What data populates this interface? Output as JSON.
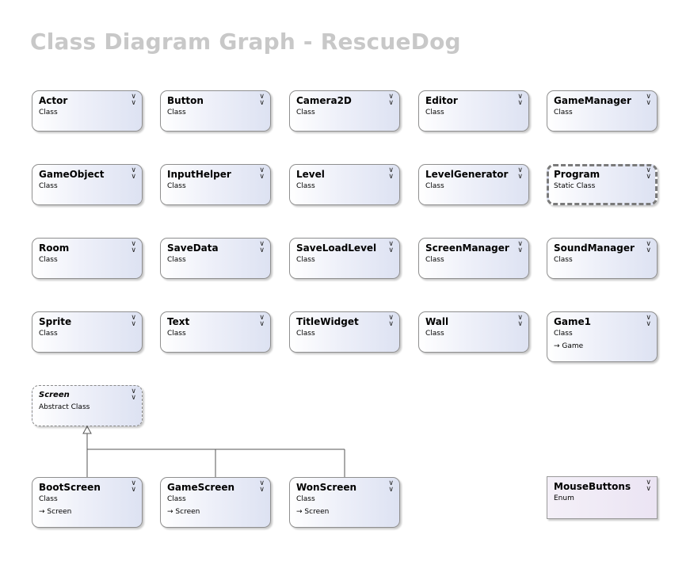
{
  "title": "Class Diagram Graph - RescueDog",
  "chevron_glyph": "∨∨",
  "inherit_arrow": "→",
  "classes": [
    {
      "name": "Actor",
      "kind": "Class",
      "base": ""
    },
    {
      "name": "Button",
      "kind": "Class",
      "base": ""
    },
    {
      "name": "Camera2D",
      "kind": "Class",
      "base": ""
    },
    {
      "name": "Editor",
      "kind": "Class",
      "base": ""
    },
    {
      "name": "GameManager",
      "kind": "Class",
      "base": ""
    },
    {
      "name": "GameObject",
      "kind": "Class",
      "base": ""
    },
    {
      "name": "InputHelper",
      "kind": "Class",
      "base": ""
    },
    {
      "name": "Level",
      "kind": "Class",
      "base": ""
    },
    {
      "name": "LevelGenerator",
      "kind": "Class",
      "base": ""
    },
    {
      "name": "Program",
      "kind": "Static Class",
      "base": ""
    },
    {
      "name": "Room",
      "kind": "Class",
      "base": ""
    },
    {
      "name": "SaveData",
      "kind": "Class",
      "base": ""
    },
    {
      "name": "SaveLoadLevel",
      "kind": "Class",
      "base": ""
    },
    {
      "name": "ScreenManager",
      "kind": "Class",
      "base": ""
    },
    {
      "name": "SoundManager",
      "kind": "Class",
      "base": ""
    },
    {
      "name": "Sprite",
      "kind": "Class",
      "base": ""
    },
    {
      "name": "Text",
      "kind": "Class",
      "base": ""
    },
    {
      "name": "TitleWidget",
      "kind": "Class",
      "base": ""
    },
    {
      "name": "Wall",
      "kind": "Class",
      "base": ""
    },
    {
      "name": "Game1",
      "kind": "Class",
      "base": "Game"
    },
    {
      "name": "Screen",
      "kind": "Abstract Class",
      "base": ""
    },
    {
      "name": "BootScreen",
      "kind": "Class",
      "base": "Screen"
    },
    {
      "name": "GameScreen",
      "kind": "Class",
      "base": "Screen"
    },
    {
      "name": "WonScreen",
      "kind": "Class",
      "base": "Screen"
    },
    {
      "name": "MouseButtons",
      "kind": "Enum",
      "base": ""
    }
  ]
}
